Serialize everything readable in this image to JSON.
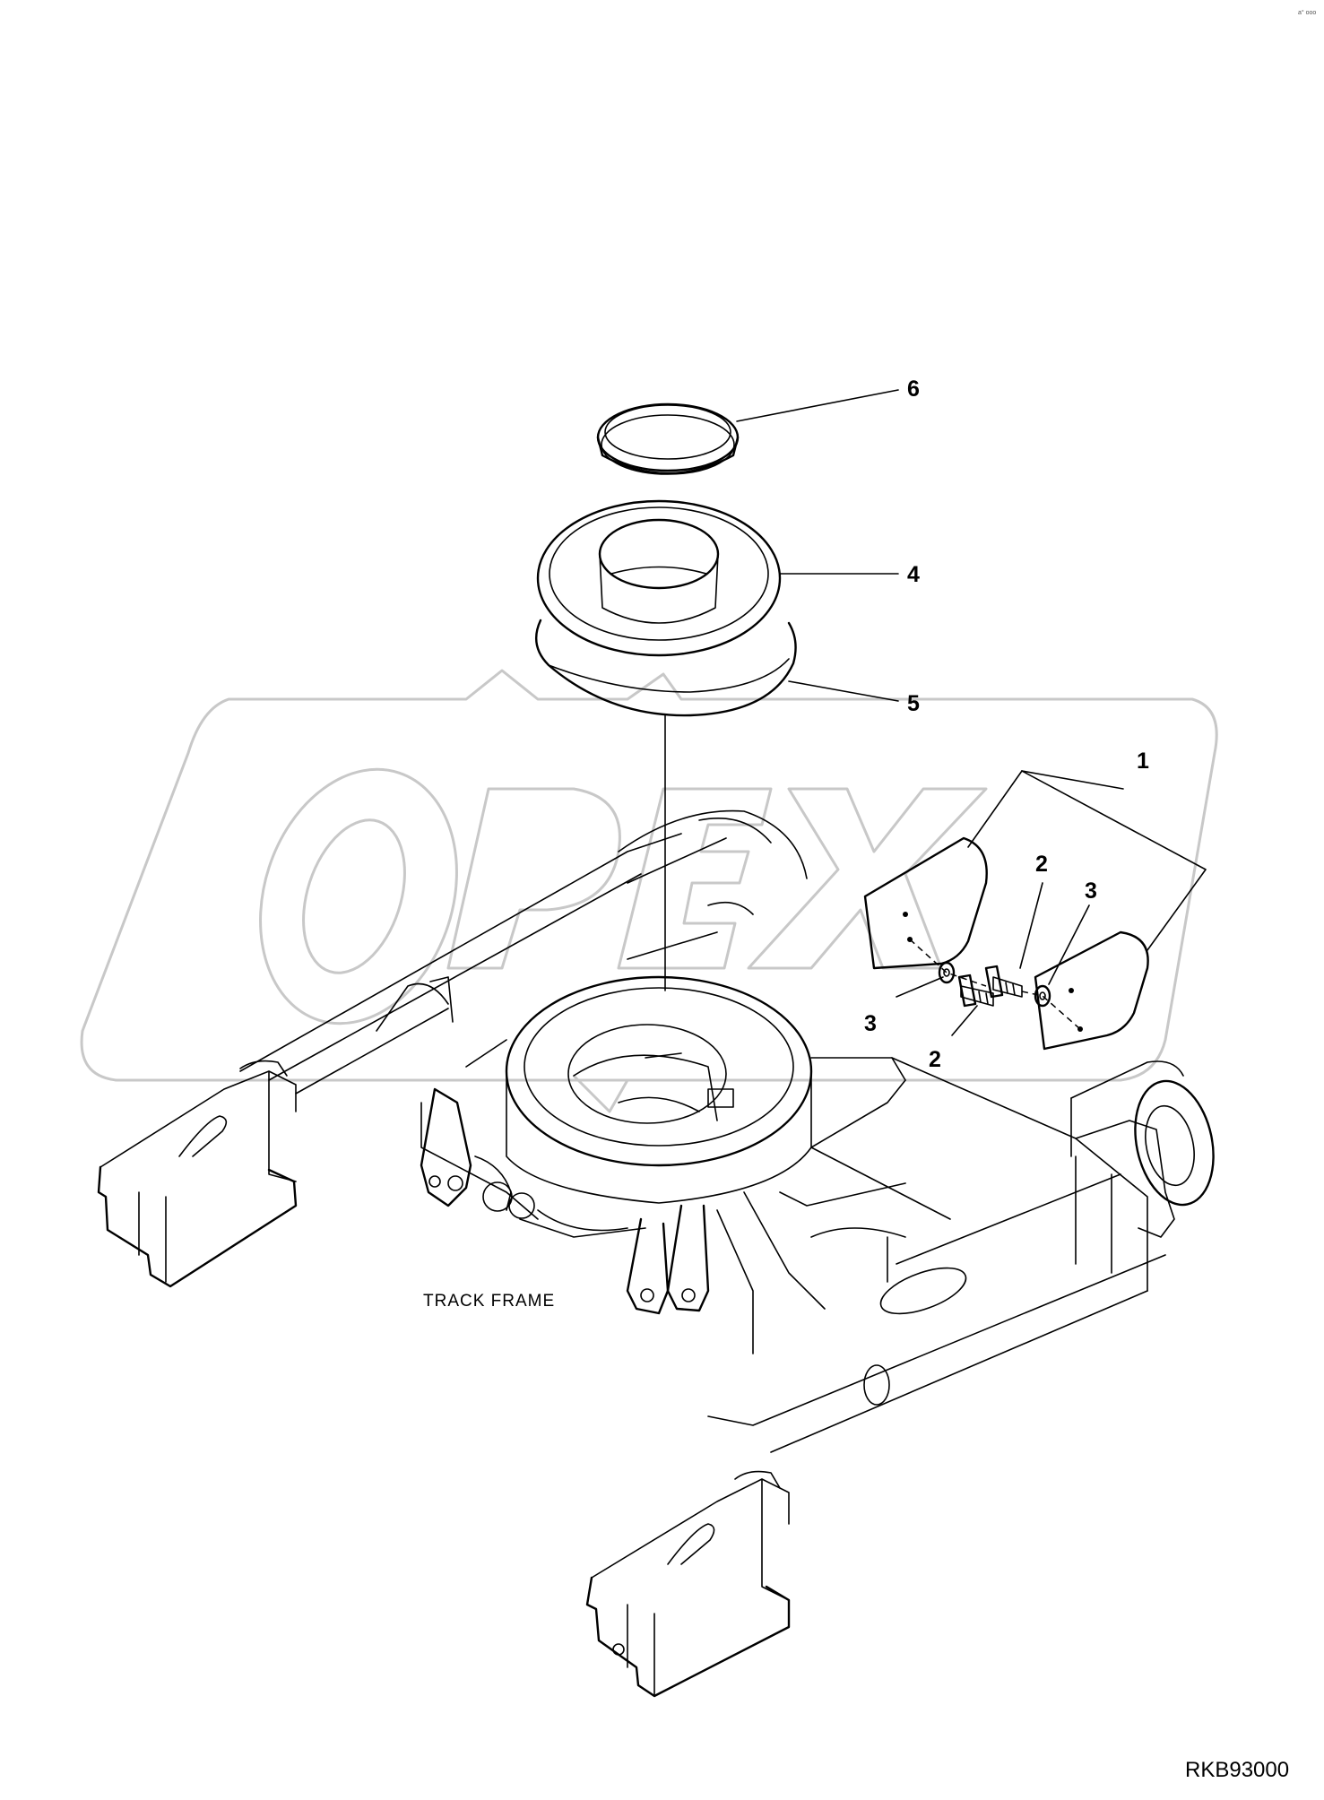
{
  "diagram": {
    "frame_label": "TRACK FRAME",
    "drawing_code": "RKB93000",
    "watermark_text": "OPEX",
    "corner_mark": "a° ooo",
    "callouts": [
      {
        "id": "c6",
        "number": "6"
      },
      {
        "id": "c4",
        "number": "4"
      },
      {
        "id": "c5",
        "number": "5"
      },
      {
        "id": "c1",
        "number": "1"
      },
      {
        "id": "c2a",
        "number": "2"
      },
      {
        "id": "c3a",
        "number": "3"
      },
      {
        "id": "c3b",
        "number": "3"
      },
      {
        "id": "c2b",
        "number": "2"
      }
    ]
  }
}
